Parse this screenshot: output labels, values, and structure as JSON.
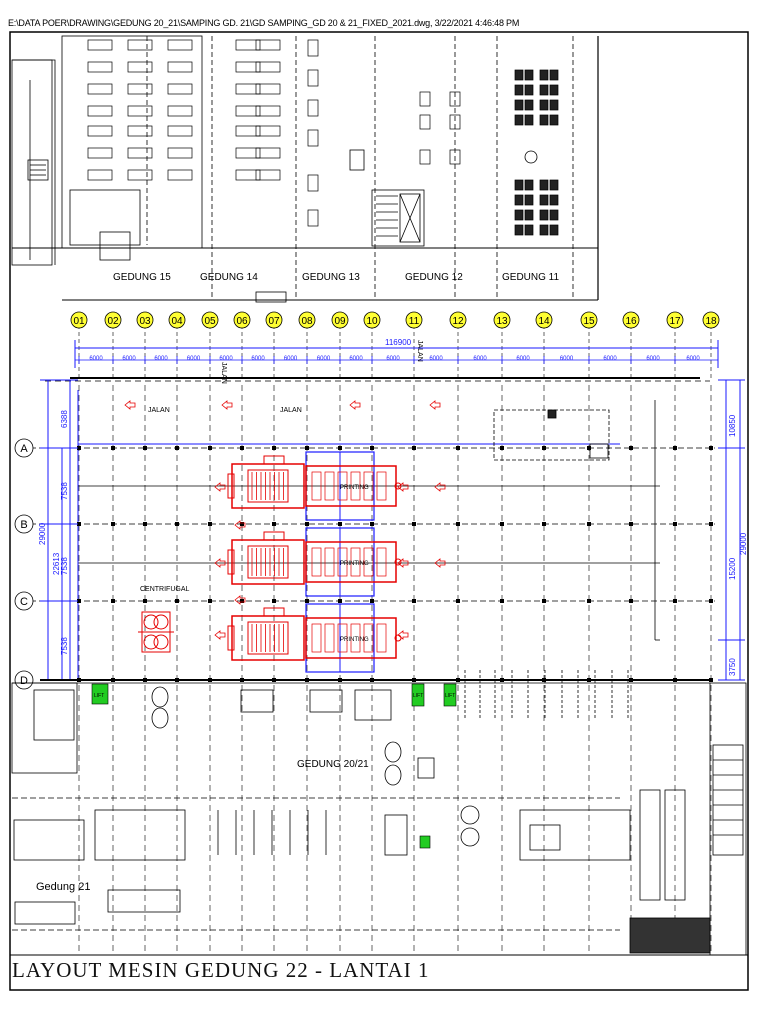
{
  "file_path": "E:\\DATA POER\\DRAWING\\GEDUNG 20_21\\SAMPING GD. 21\\GD SAMPING_GD 20 & 21_FIXED_2021.dwg, 3/22/2021 4:46:48 PM",
  "title": "LAYOUT MESIN  GEDUNG 22 - LANTAI 1",
  "top_buildings": [
    "GEDUNG 15",
    "GEDUNG 14",
    "GEDUNG 13",
    "GEDUNG 12",
    "GEDUNG 11"
  ],
  "grid_columns": [
    "01",
    "02",
    "03",
    "04",
    "05",
    "06",
    "07",
    "08",
    "09",
    "10",
    "11",
    "12",
    "13",
    "14",
    "15",
    "16",
    "17",
    "18"
  ],
  "grid_rows": [
    "A",
    "B",
    "C",
    "D"
  ],
  "overall_dimension": "116900",
  "bay_dimensions": [
    "6000",
    "6000",
    "6000",
    "6000",
    "6000",
    "6000",
    "6000",
    "6000",
    "6000",
    "6000",
    "6000",
    "6000",
    "6000",
    "6000",
    "6000",
    "6000",
    "6000"
  ],
  "left_dims": {
    "total": "29000",
    "sub": "22613",
    "bays": [
      "6388",
      "7538",
      "7538",
      "7538"
    ]
  },
  "right_dims": {
    "total": "29000",
    "top": "10850",
    "mid": "15200",
    "bottom": "3750"
  },
  "road_labels": [
    "JALAN",
    "JALAN"
  ],
  "vertical_road_labels": [
    "JALAN",
    "JALAN"
  ],
  "machine_labels": [
    "PRINTING",
    "PRINTING",
    "PRINTING"
  ],
  "centrifugal_label": "CENTRIFUGAL",
  "center_building": "GEDUNG 20/21",
  "left_building": "Gedung 21",
  "lift_labels": [
    "LIFT",
    "LIFT",
    "LIFT"
  ],
  "colors": {
    "red": "#e60000",
    "blue": "#1a1aff",
    "yellow": "#ffff33",
    "green": "#22cc22",
    "line": "#000000"
  }
}
